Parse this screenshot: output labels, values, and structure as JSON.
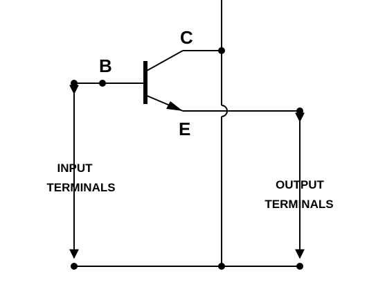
{
  "labels": {
    "base": "B",
    "collector": "C",
    "emitter": "E",
    "input_line1": "INPUT",
    "input_line2": "TERMINALS",
    "output_line1": "OUTPUT",
    "output_line2": "TERMINALS"
  },
  "colors": {
    "stroke": "#000000",
    "background": "#ffffff"
  }
}
